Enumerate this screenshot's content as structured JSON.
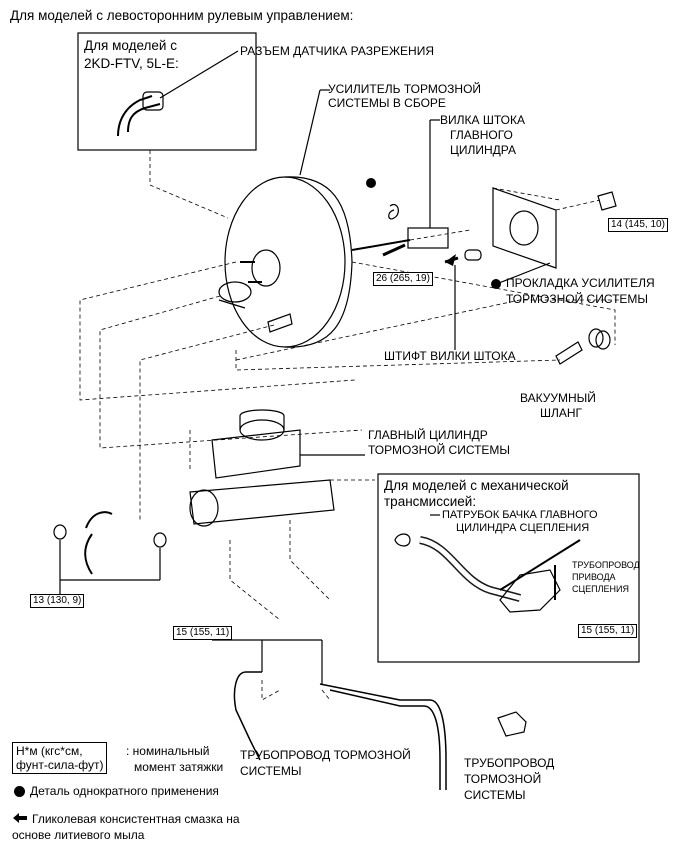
{
  "header": "Для моделей с левосторонним рулевым управлением:",
  "inset_top": {
    "title_line1": "Для моделей с",
    "title_line2": "2KD-FTV, 5L-E:"
  },
  "labels": {
    "vacuum_sensor_connector": "РАЗЪЕМ ДАТЧИКА РАЗРЕЖЕНИЯ",
    "booster_assy_1": "УСИЛИТЕЛЬ ТОРМОЗНОЙ",
    "booster_assy_2": "СИСТЕМЫ В СБОРЕ",
    "clevis_1": "ВИЛКА ШТОКА",
    "clevis_2": "ГЛАВНОГО",
    "clevis_3": "ЦИЛИНДРА",
    "gasket_1": "ПРОКЛАДКА УСИЛИТЕЛЯ",
    "gasket_2": "ТОРМОЗНОЙ СИСТЕМЫ",
    "clevis_pin": "ШТИФТ ВИЛКИ ШТОКА",
    "vacuum_hose_1": "ВАКУУМНЫЙ",
    "vacuum_hose_2": "ШЛАНГ",
    "master_cyl_1": "ГЛАВНЫЙ ЦИЛИНДР",
    "master_cyl_2": "ТОРМОЗНОЙ СИСТЕМЫ",
    "brake_line_a_1": "ТРУБОПРОВОД ТОРМОЗНОЙ",
    "brake_line_a_2": "СИСТЕМЫ",
    "brake_line_b_1": "ТРУБОПРОВОД",
    "brake_line_b_2": "ТОРМОЗНОЙ",
    "brake_line_b_3": "СИСТЕМЫ"
  },
  "inset_mt": {
    "title_line1": "Для моделей с механической",
    "title_line2": "трансмиссией:",
    "reservoir_tube_1": "ПАТРУБОК БАЧКА ГЛАВНОГО",
    "reservoir_tube_2": "ЦИЛИНДРА СЦЕПЛЕНИЯ",
    "clutch_line_1": "ТРУБОПРОВОД",
    "clutch_line_2": "ПРИВОДА",
    "clutch_line_3": "СЦЕПЛЕНИЯ",
    "torque": "15 (155, 11)"
  },
  "torques": {
    "nut_top_right": "14 (145, 10)",
    "clevis_nut": "26 (265, 19)",
    "mc_nuts": "13 (130, 9)",
    "brake_lines": "15 (155, 11)"
  },
  "legend": {
    "unit_line1": "Н*м (кгс*см,",
    "unit_line2": "фунт-сила-фут)",
    "unit_desc_1": ": номинальный",
    "unit_desc_2": "момент затяжки",
    "nonreusable": "Деталь однократного применения",
    "grease_1": "Гликолевая консистентная смазка на",
    "grease_2": "основе литиевого мыла"
  }
}
